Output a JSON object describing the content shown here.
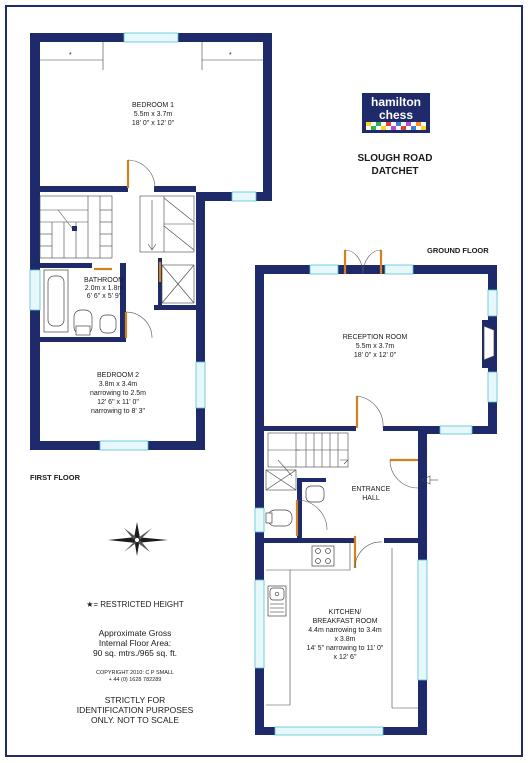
{
  "header": {
    "street": "SLOUGH ROAD",
    "town": "DATCHET",
    "logo_line1": "hamilton",
    "logo_line2": "chess",
    "logo_squares": [
      "#ffd21f",
      "#ffffff",
      "#2fb44b",
      "#ffffff",
      "#e53a36",
      "#ffffff",
      "#3d7fe0",
      "#ffffff",
      "#b54cd1",
      "#ffffff",
      "#ff8a1f",
      "#ffffff",
      "#ffffff",
      "#2fb44b",
      "#ffffff",
      "#ffd21f",
      "#ffffff",
      "#b54cd1",
      "#ffffff",
      "#e53a36",
      "#ffffff",
      "#3d7fe0",
      "#ffffff",
      "#ffd21f"
    ]
  },
  "floors": {
    "first": "FIRST FLOOR",
    "ground": "GROUND FLOOR"
  },
  "rooms": {
    "bedroom1": {
      "name": "BEDROOM 1",
      "metric": "5.5m x 3.7m",
      "imperial": "18' 0\" x 12' 0\""
    },
    "bathroom": {
      "name": "BATHROOM",
      "metric": "2.0m x 1.8m",
      "imperial": "6' 6\" x 5' 9\""
    },
    "bedroom2": {
      "name": "BEDROOM 2",
      "metric": "3.8m x 3.4m",
      "line3": "narrowing to 2.5m",
      "imperial": "12' 6\" x 11' 0\"",
      "line5": "narrowing to 8' 3\""
    },
    "reception": {
      "name": "RECEPTION ROOM",
      "metric": "5.5m x 3.7m",
      "imperial": "18' 0\" x 12' 0\""
    },
    "hall": {
      "line1": "ENTRANCE",
      "line2": "HALL"
    },
    "kitchen": {
      "line1": "KITCHEN/",
      "line2": "BREAKFAST ROOM",
      "line3": "4.4m narrowing to 3.4m",
      "line4": "x 3.8m",
      "line5": "14' 5\" narrowing to 11' 0\"",
      "line6": "x 12' 6\""
    }
  },
  "markers": {
    "restricted_symbol": "*"
  },
  "legend": {
    "restricted_height": "★= RESTRICTED HEIGHT",
    "area_line1": "Approximate Gross",
    "area_line2": "Internal Floor Area:",
    "area_line3": "90 sq. mtrs./965 sq. ft.",
    "copyright_line1": "COPYRIGHT 2010:  C P SMALL",
    "copyright_line2": "+ 44 (0) 1628 782289",
    "disclaimer_line1": "STRICTLY FOR",
    "disclaimer_line2": "IDENTIFICATION PURPOSES",
    "disclaimer_line3": "ONLY.  NOT TO SCALE"
  },
  "colors": {
    "wall": "#1f2a6b",
    "window": "#55c0cf",
    "door": "#d3801e",
    "logo_bg": "#1f2a6b"
  }
}
